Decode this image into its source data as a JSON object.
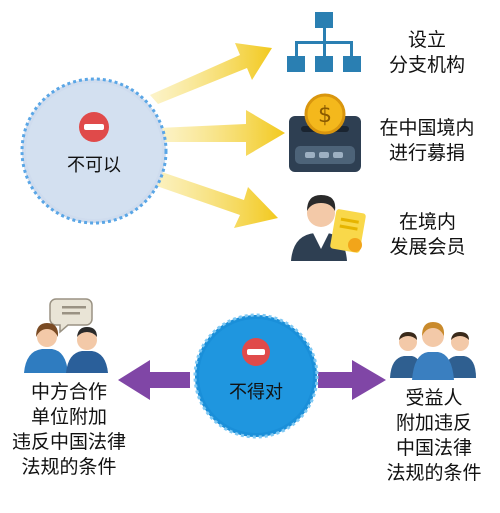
{
  "top_section": {
    "hub": {
      "label": "不可以"
    },
    "items": [
      {
        "label": "设立\n分支机构",
        "icon": "org-chart-icon"
      },
      {
        "label": "在中国境内\n进行募捐",
        "icon": "donation-box-icon"
      },
      {
        "label": "在境内\n发展会员",
        "icon": "member-certificate-icon"
      }
    ]
  },
  "bottom_section": {
    "hub": {
      "label": "不得对"
    },
    "left": {
      "label": "中方合作\n单位附加\n违反中国法律\n法规的条件",
      "icon": "business-partners-icon"
    },
    "right": {
      "label": "受益人\n附加违反\n中国法律\n法规的条件",
      "icon": "beneficiaries-group-icon"
    }
  },
  "colors": {
    "hub_fill": "#cfdcee",
    "hub_border": "#5aa6e6",
    "hub2_fill": "#1a8fd9",
    "stop_red": "#e04a4a",
    "arrow_yellow": "#f2c91e",
    "arrow_purple": "#8046a6",
    "icon_teal": "#2a7fb2"
  }
}
